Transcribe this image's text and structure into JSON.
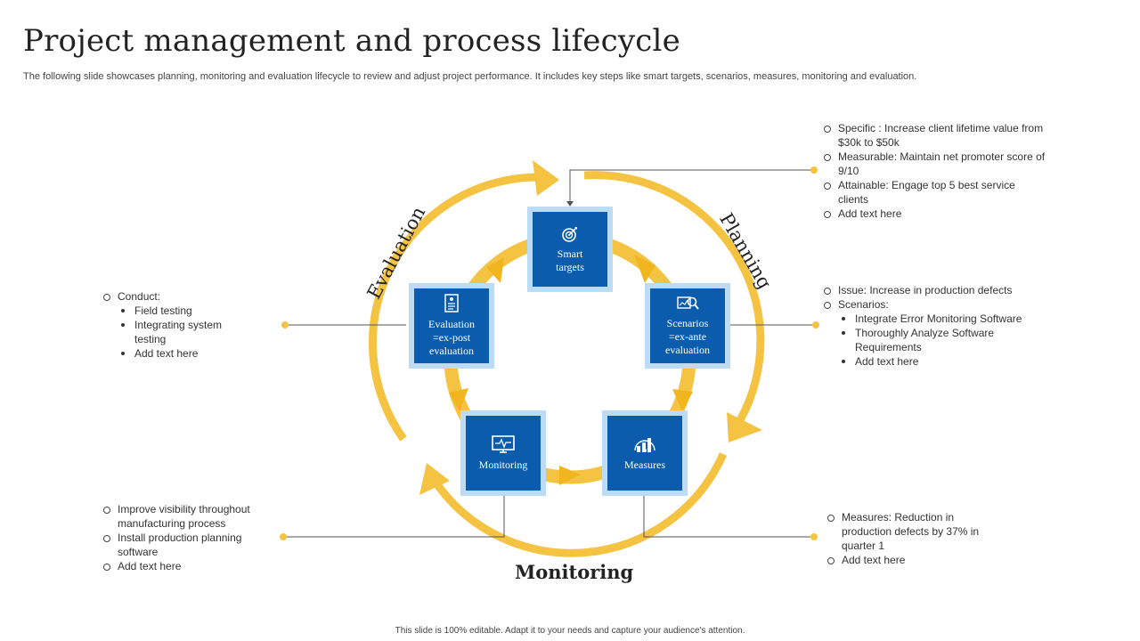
{
  "header": {
    "title": "Project management and process lifecycle",
    "subtitle": "The following slide showcases planning, monitoring and evaluation lifecycle to review and adjust project performance. It includes key steps like smart targets, scenarios, measures, monitoring and evaluation."
  },
  "footer": {
    "text": "This slide is 100% editable. Adapt it to your needs and capture your audience's attention."
  },
  "colors": {
    "arrow": "#f5c342",
    "arrow_dark": "#f0b51f",
    "box": "#0b5cad",
    "box_border": "#bcdcf6",
    "connector": "#555555"
  },
  "phases": {
    "evaluation": "Evaluation",
    "planning": "Planning",
    "monitoring": "Monitoring"
  },
  "steps": {
    "smart_targets": {
      "icon": "target-icon",
      "lines": [
        "Smart",
        "targets"
      ]
    },
    "scenarios": {
      "icon": "magnifier-chart-icon",
      "lines": [
        "Scenarios",
        "=ex-ante",
        "evaluation"
      ]
    },
    "measures": {
      "icon": "bar-chart-icon",
      "lines": [
        "Measures"
      ]
    },
    "monitoring": {
      "icon": "monitor-icon",
      "lines": [
        "Monitoring"
      ]
    },
    "evaluation": {
      "icon": "report-icon",
      "lines": [
        "Evaluation",
        "=ex-post",
        "evaluation"
      ]
    }
  },
  "notes": {
    "top_right": [
      {
        "text": "Specific : Increase client lifetime value from $30k to $50k"
      },
      {
        "text": "Measurable: Maintain net promoter score of 9/10"
      },
      {
        "text": "Attainable: Engage top 5 best service clients"
      },
      {
        "text": "Add text here"
      }
    ],
    "mid_right": [
      {
        "text": "Issue: Increase in production defects"
      },
      {
        "text": "Scenarios:",
        "sub": [
          "Integrate Error Monitoring Software",
          "Thoroughly Analyze Software Requirements",
          "Add text here"
        ]
      }
    ],
    "bottom_right": [
      {
        "text": "Measures: Reduction in production defects by 37% in quarter 1"
      },
      {
        "text": "Add text here"
      }
    ],
    "left": [
      {
        "text": "Conduct:",
        "sub": [
          "Field testing",
          "Integrating system testing",
          "Add text here"
        ]
      }
    ],
    "bottom_left": [
      {
        "text": "Improve visibility throughout manufacturing process"
      },
      {
        "text": "Install production planning software"
      },
      {
        "text": "Add text here"
      }
    ]
  }
}
